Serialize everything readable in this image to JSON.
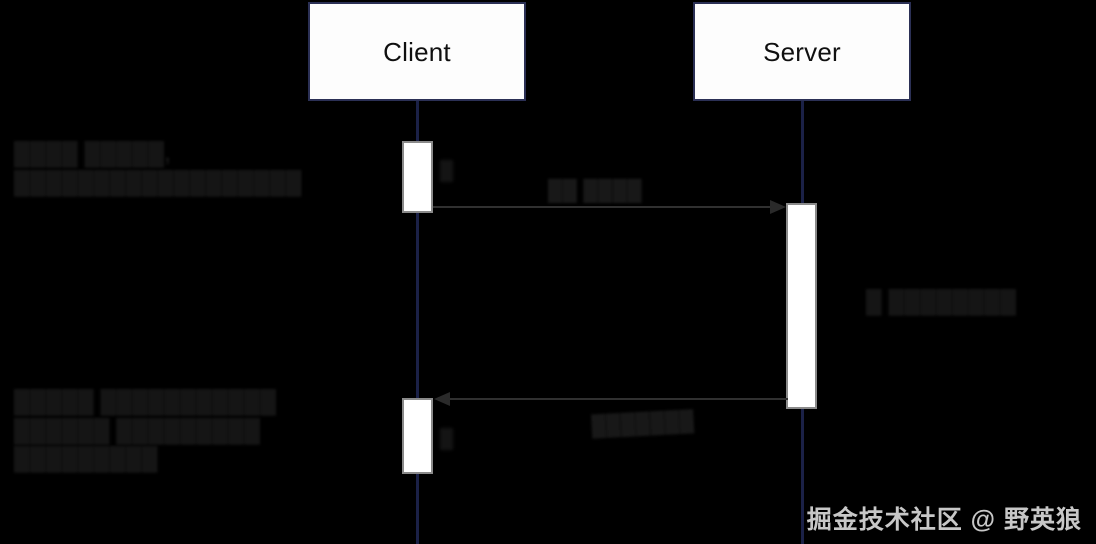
{
  "diagram": {
    "type": "uml-sequence-diagram",
    "background_color": "#000000",
    "participants": [
      {
        "id": "client",
        "label": "Client"
      },
      {
        "id": "server",
        "label": "Server"
      }
    ],
    "messages": [
      {
        "id": "msg1",
        "from": "client",
        "to": "server",
        "direction": "right",
        "style": "solid",
        "label": "██ ████"
      },
      {
        "id": "msg2",
        "from": "server",
        "to": "client",
        "direction": "left",
        "style": "solid",
        "label": "███████"
      }
    ],
    "activations": [
      {
        "id": "act-client-1",
        "on": "client",
        "order": 1
      },
      {
        "id": "act-server-1",
        "on": "server",
        "order": 2
      },
      {
        "id": "act-client-2",
        "on": "client",
        "order": 3
      }
    ],
    "annotations": [
      {
        "id": "anno-left-top",
        "position": "left",
        "legible": false,
        "text": "████ █████,\n██████████████████"
      },
      {
        "id": "anno-left-bottom",
        "position": "left",
        "legible": false,
        "text": "█████ ███████████\n██████ █████████\n█████████"
      },
      {
        "id": "anno-right",
        "position": "right",
        "legible": false,
        "text": "█ ████████"
      }
    ],
    "colors": {
      "background": "#000000",
      "box_fill": "#fdfdfd",
      "box_border": "#2b3055",
      "lifeline": "#1b2147",
      "activation_fill": "#ffffff",
      "activation_border": "#8a8a8a",
      "arrow": "#2a2a2a",
      "watermark": "#d8d8d8"
    }
  },
  "watermark": {
    "text": "掘金技术社区 @ 野英狼"
  }
}
